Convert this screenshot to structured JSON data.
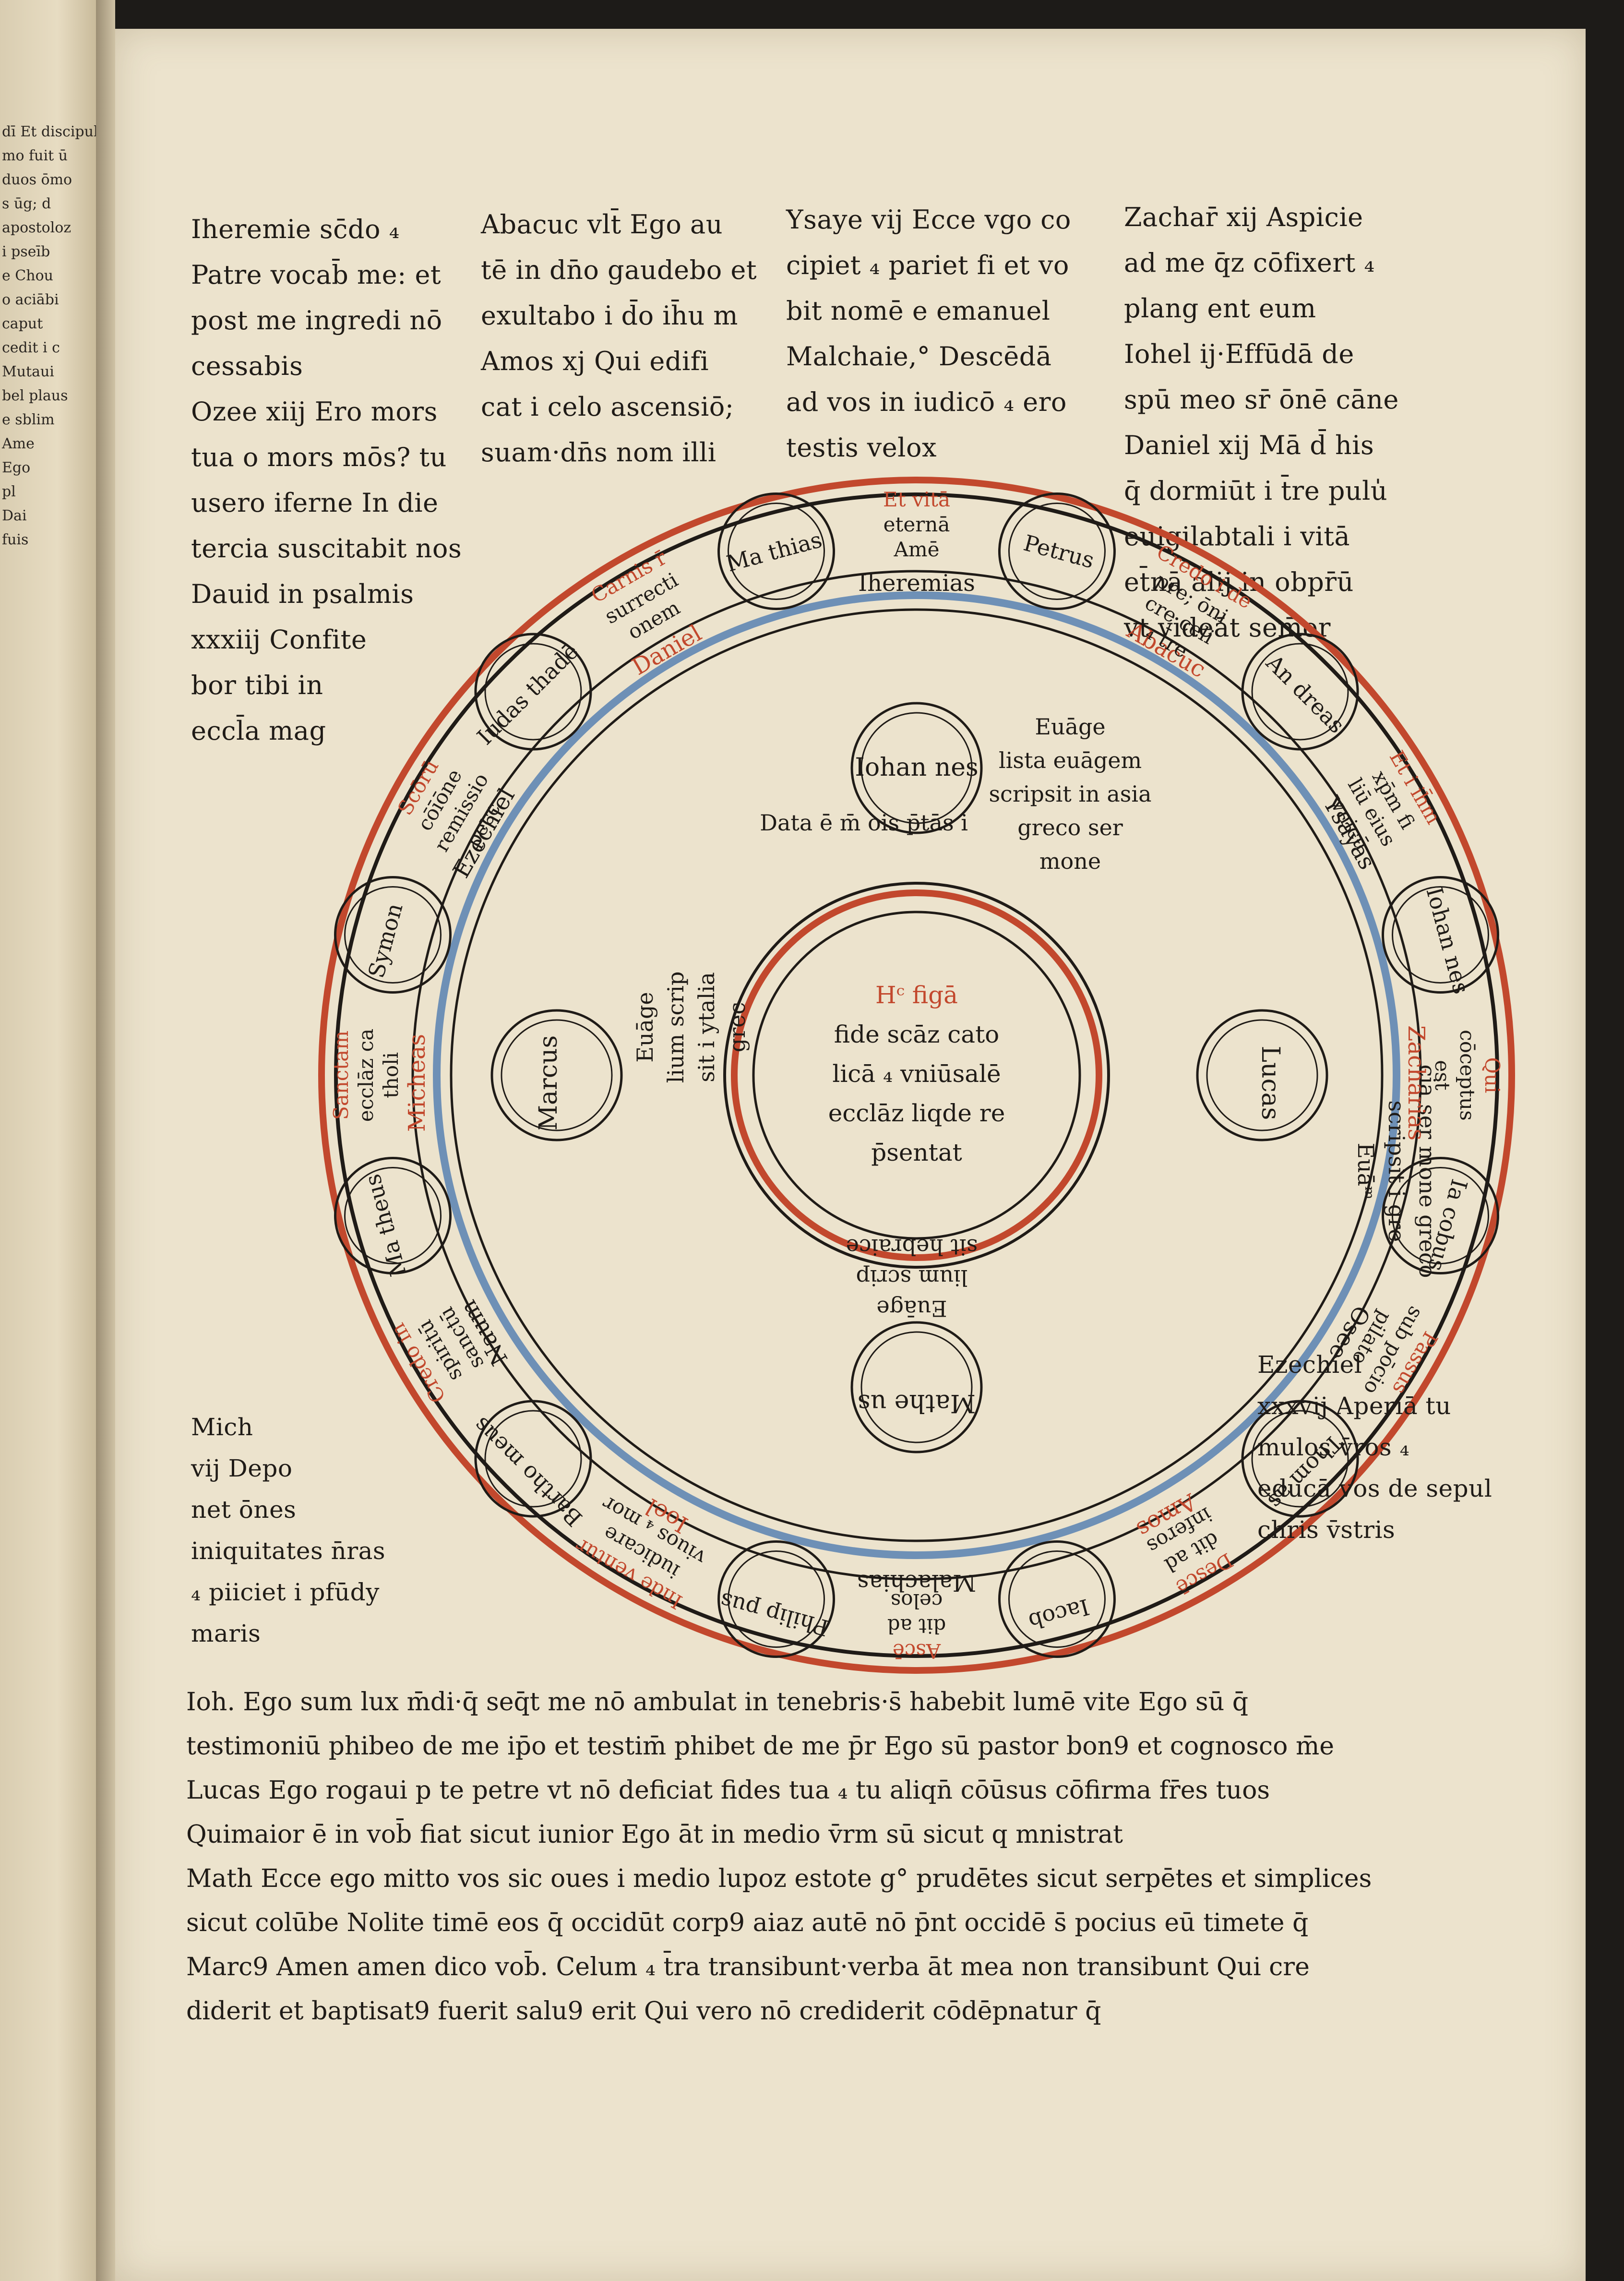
{
  "left_page_fragments": [
    "dī Et discipul",
    "mo fuit ū",
    "duos ōmo",
    "s ūg; d",
    "apostoloz",
    "i pseīb",
    "e Chou",
    "o aciābi",
    "caput",
    "cedit i c",
    "Mutaui",
    "bel plaus",
    "e sblim",
    "Ame",
    "Ego",
    "pl",
    "Dai",
    "fuis"
  ],
  "top_columns": {
    "col1": [
      "Iheremie sc̄do ₄",
      "Patre vocab̄ me: et",
      "post me ingredi nō",
      "cessabis",
      "Ozee xiij Ero mors",
      "tua o mors mōs? tu",
      "usero iferne In die",
      "tercia suscitabit nos",
      "Dauid in psalmis",
      "xxxiij Confite",
      "bor tibi in",
      "eccl̄a mag"
    ],
    "col2": [
      "Abacuc vlt̄ Ego au",
      "tē in dn̄o gaudebo et",
      "exultabo i d̄o ih̄u m",
      "Amos xj Qui edifi",
      "cat i celo ascensiō;",
      "suam·dn̄s nom illi"
    ],
    "col3": [
      "Ysaye vij Ecce vgo co",
      "cipiet ₄ pariet fi et vo",
      "bit nomē e emanuel",
      "Malchaie,° Descēdā",
      "ad vos in iudicō ₄ ero",
      "testis velox"
    ],
    "col4": [
      "Zachar̄ xij Aspicie",
      "ad me q̄z cōfixert ₄",
      "plang ent eum",
      "Iohel ij·Effūdā de",
      "spū meo sr̄ ōnē cāne",
      "Daniel xij Mā d̄ his",
      "q̄ dormiūt i t̄re pulu̍",
      "euigilabtali i vitā",
      "et̄nā alij in obpr̄ū",
      "vt videāt sem̄er"
    ]
  },
  "side_notes": {
    "lower_left": [
      "Mich",
      "vij Depo",
      "net ōnes",
      "iniquitates n̄ras",
      "₄ piiciet i pfūdy",
      "maris"
    ],
    "lower_right": [
      "Ezechiel",
      "xxxvij Aperiā tu",
      "mulos v̄ros ₄",
      "educā vos de sepul",
      "chris v̄stris"
    ]
  },
  "diagram": {
    "center": [
      "Hᶜ figā",
      "fide scāz cato",
      "licā ₄ vniūsalē",
      "ecclāz liqde re",
      "p̄sentat"
    ],
    "data_line": "Data ē m̄ ois p̄tās i",
    "evangelists": [
      {
        "name": "Iohan nes",
        "caption": [
          "Euāge",
          "lista euāgem",
          "scripsit in asia",
          "greco ser",
          "mone"
        ]
      },
      {
        "name": "Marcus",
        "caption": [
          "Euāge",
          "lium scrip",
          "sit i ytalia",
          "grec"
        ]
      },
      {
        "name": "Lucas",
        "caption": [
          "Euāᵐ",
          "scripsit i gre",
          "cia ser mone greco"
        ]
      },
      {
        "name": "Mathe us",
        "caption": [
          "Euāge",
          "lium scrip",
          "sit hebraice"
        ]
      }
    ],
    "prophets": [
      "Iheremias",
      "Abacuc",
      "Ysayas",
      "Zacharias",
      "Osee",
      "Amos",
      "Malachias",
      "Ioel",
      "Naum",
      "Micheas",
      "Ezechiel",
      "Daniel"
    ],
    "apostles": [
      {
        "name": "Petrus",
        "article": [
          "Credo i de",
          "pre; ōni",
          "cre celi",
          "₄ t̄re"
        ]
      },
      {
        "name": "An dreas",
        "article": [
          "Et i ih̄m",
          "xp̄m fi",
          "liū eius",
          "vnicū"
        ]
      },
      {
        "name": "Iohan nes",
        "article": [
          "Qui",
          "cōceptus",
          "est"
        ]
      },
      {
        "name": "Ia cobus",
        "article": [
          "Passus",
          "sub pōcio",
          "pilato"
        ]
      },
      {
        "name": "Thom as",
        "article": [
          "Descē",
          "dit ad",
          "inferos"
        ]
      },
      {
        "name": "Iacob",
        "article": [
          "Ascē",
          "dit ad",
          "celos"
        ]
      },
      {
        "name": "Philip pus",
        "article": [
          "Inde ventur",
          "iudicare",
          "viuos ₄ mor"
        ]
      },
      {
        "name": "Bartho meus",
        "article": [
          "Credo in",
          "spiritū",
          "sanctū"
        ]
      },
      {
        "name": "Ma theus",
        "article": [
          "Sanctam",
          "ecclāz ca",
          "tholi"
        ]
      },
      {
        "name": "Symon",
        "article": [
          "Scōrū",
          "cōīōne",
          "remissio",
          "pecc"
        ]
      },
      {
        "name": "Iudas thadē",
        "article": [
          "Carnis r̄",
          "surrecti",
          "onem"
        ]
      },
      {
        "name": "Ma thias",
        "article": [
          "Et vitā",
          "eternā",
          "Amē"
        ]
      }
    ]
  },
  "bottom_lines": [
    "Ioh. Ego sum lux m̄di·q̄ seq̄t me nō ambulat in tenebris·s̄ habebit lumē vite Ego sū q̄",
    "testimoniū phibeo de me ip̄o et testim̄ phibet de me p̄r Ego sū pastor bon9 et cognosco m̄e",
    "Lucas Ego rogaui p te petre vt nō deficiat fides tua ₄ tu aliqn̄ cōūsus cōfirma fr̄es tuos",
    "Quimaior ē in vob̄ fiat sicut iunior Ego āt in medio v̄rm sū sicut q mnistrat",
    "Math Ecce ego mitto vos sic oues i medio lupoz estote g° prudētes sicut serpētes et simplices",
    "sicut colūbe Nolite timē eos q̄ occidūt corp9 aiaz autē nō p̄nt occidē s̄ pocius eū timete q̄",
    "Marc9 Amen amen dico vob̄. Celum ₄ t̄ra transibunt·verba āt mea non transibunt Qui cre",
    "diderit et baptisat9 fuerit salu9 erit Qui vero nō crediderit cōdēpnatur q̄"
  ],
  "colors": {
    "rubric": "#c2482d",
    "blue_ring": "#6e90b6",
    "ink": "#1f1b17",
    "paper": "#ece3cd"
  }
}
